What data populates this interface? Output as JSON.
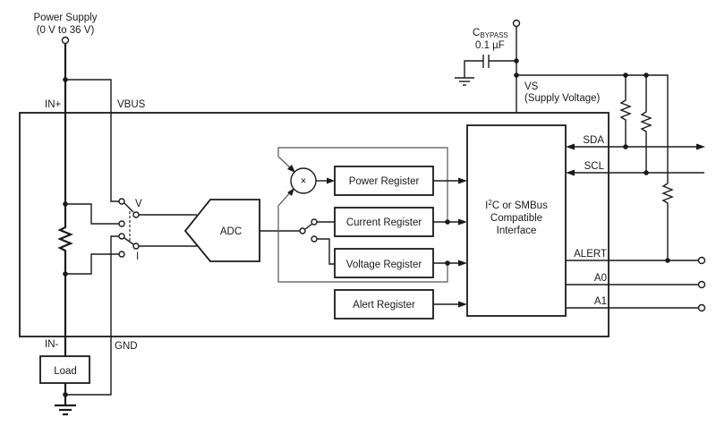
{
  "diagram": {
    "power_supply": {
      "label": "Power Supply",
      "range": "(0 V to 36 V)"
    },
    "pins": {
      "in_plus": "IN+",
      "in_minus": "IN-",
      "vbus": "VBUS",
      "gnd": "GND",
      "vs": "VS",
      "vs_desc": "(Supply Voltage)",
      "sda": "SDA",
      "scl": "SCL",
      "alert": "ALERT",
      "a0": "A0",
      "a1": "A1"
    },
    "bypass_capacitor": {
      "name_main": "C",
      "name_sub": "BYPASS",
      "value": "0.1 µF"
    },
    "switch_labels": {
      "v": "V",
      "i": "I"
    },
    "blocks": {
      "adc": "ADC",
      "multiplier": "×",
      "power_register": "Power Register",
      "current_register": "Current Register",
      "voltage_register": "Voltage Register",
      "alert_register": "Alert Register",
      "interface_line1_main": "I",
      "interface_line1_sup": "2",
      "interface_line1_rest": "C or SMBus",
      "interface_line2": "Compatible",
      "interface_line3": "Interface"
    },
    "load": "Load"
  }
}
